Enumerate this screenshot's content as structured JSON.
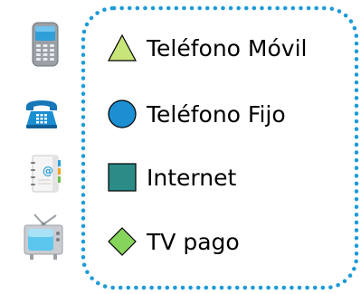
{
  "colors": {
    "border_dots": "#1E9BD7",
    "triangle": "#C8E57A",
    "circle": "#1B8FD2",
    "square": "#2A8B87",
    "diamond": "#86D45A"
  },
  "icons": [
    {
      "name": "mobile-phone-icon"
    },
    {
      "name": "landline-phone-icon"
    },
    {
      "name": "address-book-icon"
    },
    {
      "name": "television-icon"
    }
  ],
  "legend": {
    "items": [
      {
        "marker": "triangle",
        "label": "Teléfono Móvil"
      },
      {
        "marker": "circle",
        "label": "Teléfono Fijo"
      },
      {
        "marker": "square",
        "label": "Internet"
      },
      {
        "marker": "diamond",
        "label": "TV pago"
      }
    ]
  }
}
